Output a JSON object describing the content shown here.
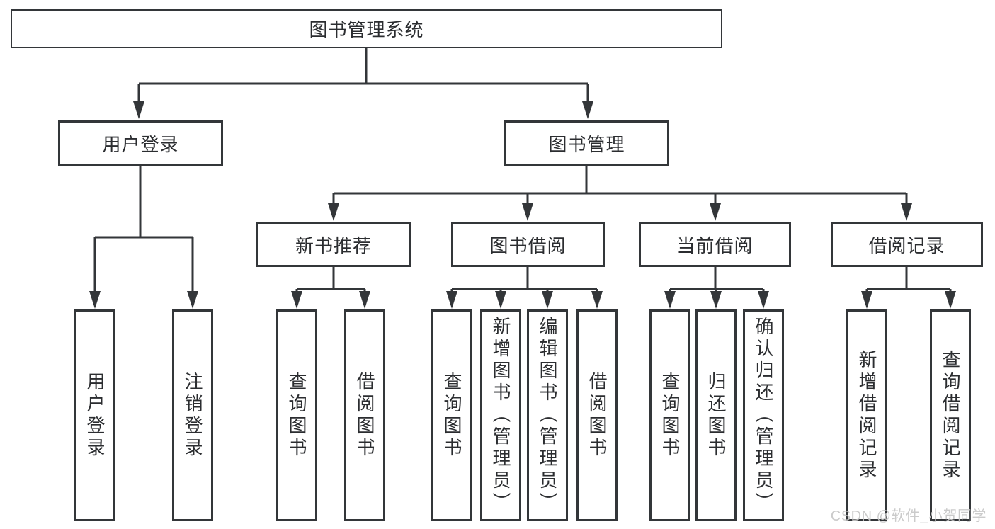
{
  "tree": {
    "label": "图书管理系统",
    "children": [
      {
        "label": "用户登录",
        "children": [
          {
            "label": "用户登录"
          },
          {
            "label": "注销登录"
          }
        ]
      },
      {
        "label": "图书管理",
        "children": [
          {
            "label": "新书推荐",
            "children": [
              {
                "label": "查询图书"
              },
              {
                "label": "借阅图书"
              }
            ]
          },
          {
            "label": "图书借阅",
            "children": [
              {
                "label": "查询图书"
              },
              {
                "label": "新增图书（管理员）"
              },
              {
                "label": "编辑图书（管理员）"
              },
              {
                "label": "借阅图书"
              }
            ]
          },
          {
            "label": "当前借阅",
            "children": [
              {
                "label": "查询图书"
              },
              {
                "label": "归还图书"
              },
              {
                "label": "确认归还（管理员）"
              }
            ]
          },
          {
            "label": "借阅记录",
            "children": [
              {
                "label": "新增借阅记录"
              },
              {
                "label": "查询借阅记录"
              }
            ]
          }
        ]
      }
    ]
  },
  "watermark": {
    "text": "CSDN @软件_小贺同学"
  },
  "colors": {
    "line": "#333639",
    "text": "#2b2d30",
    "background": "#ffffff",
    "watermark": "#c7c7c7"
  }
}
